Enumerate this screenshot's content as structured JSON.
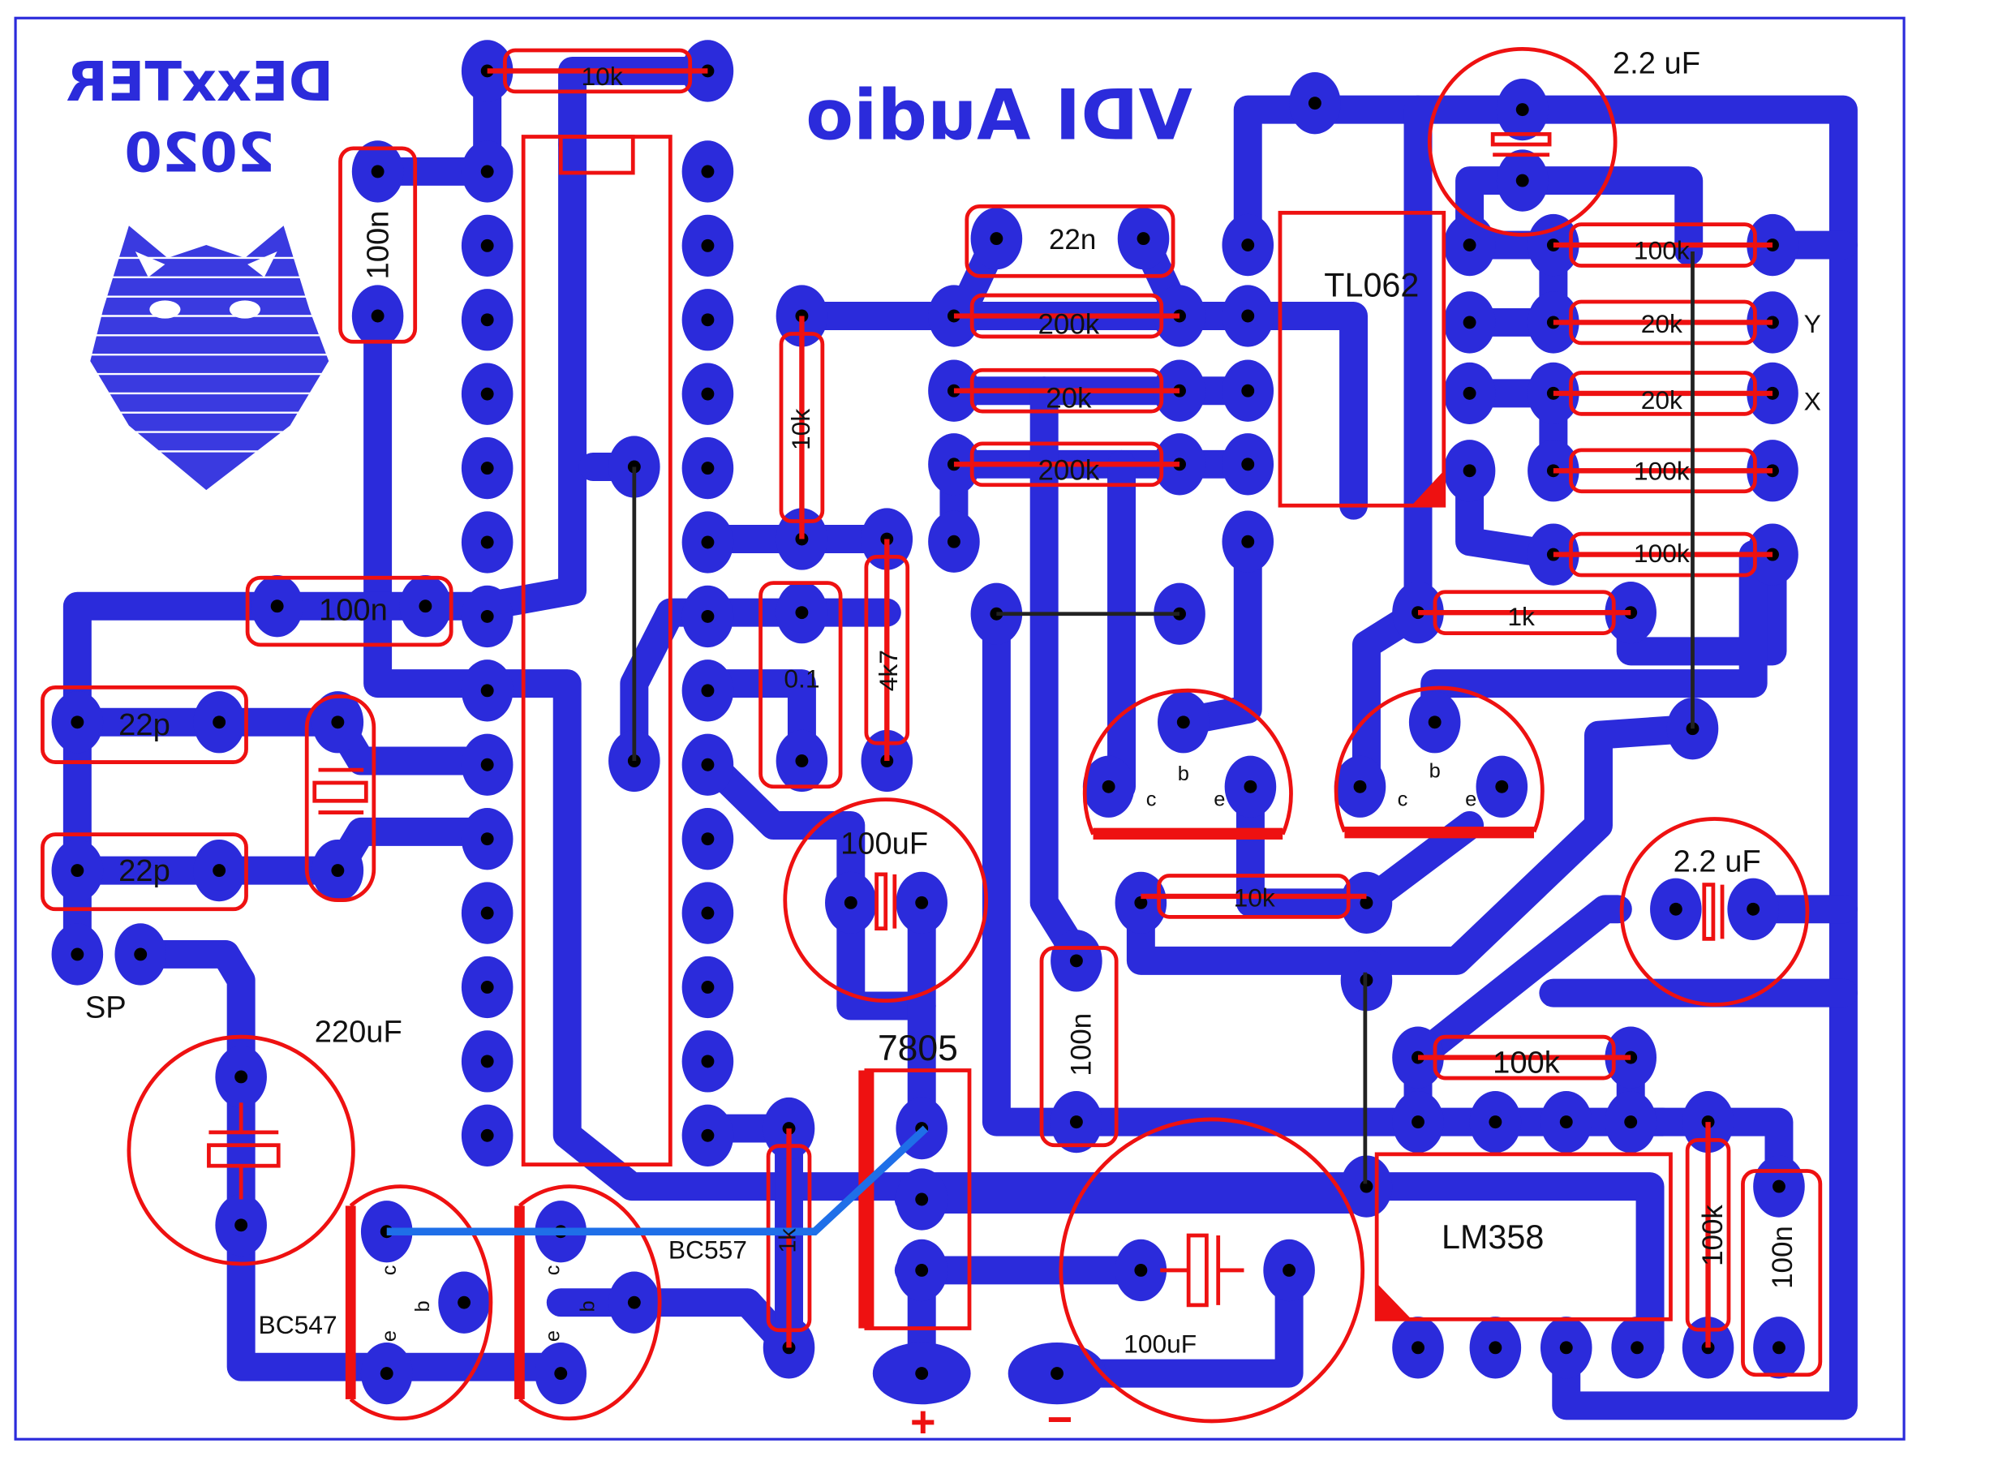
{
  "board": {
    "title": "VDI Audio",
    "author_line1": "DExxTER",
    "author_line2": "2020",
    "logo": "wolf-head-logo",
    "colors": {
      "copper": "#2b2bdb",
      "silkscreen": "#ee1111",
      "drill": "#000000",
      "jumper_blue": "#1f6fe8",
      "background": "#ffffff"
    },
    "mirrored_text": true
  },
  "components": {
    "r_top_10k": "10k",
    "c_100n_left": "100n",
    "c_22n": "22n",
    "r_200k_a": "200k",
    "r_20k_mid": "20k",
    "r_200k_b": "200k",
    "r_10k_vertical": "10k",
    "ic_tl062": "TL062",
    "c_2u2_top": "2.2 uF",
    "r_100k_1": "100k",
    "r_20k_y": "20k",
    "r_20k_x": "20k",
    "r_100k_2": "100k",
    "r_100k_3": "100k",
    "r_1k_right": "1k",
    "c_100n_mid": "100n",
    "c_22p_a": "22p",
    "c_22p_b": "22p",
    "c_0u1": "0.1",
    "r_4k7": "4k7",
    "c_100uf_mid": "100uF",
    "q_left_b": "b",
    "q_left_c": "c",
    "q_left_e": "e",
    "q_right_b": "b",
    "q_right_c": "c",
    "q_right_e": "e",
    "r_10k_bottom": "10k",
    "c_2u2_right": "2.2 uF",
    "sp_label": "SP",
    "c_220uf": "220uF",
    "reg_7805": "7805",
    "c_100n_vert": "100n",
    "r_100k_lm": "100k",
    "ic_lm358": "LM358",
    "r_100k_vert": "100k",
    "c_100n_right": "100n",
    "bc547": "BC547",
    "bc557": "BC557",
    "r_1k_bottom": "1k",
    "c_100uf_bottom": "100uF",
    "pin_c": "c",
    "pin_b": "b",
    "pin_e": "e",
    "y_label": "Y",
    "x_label": "X",
    "plus": "+",
    "minus": "−"
  }
}
